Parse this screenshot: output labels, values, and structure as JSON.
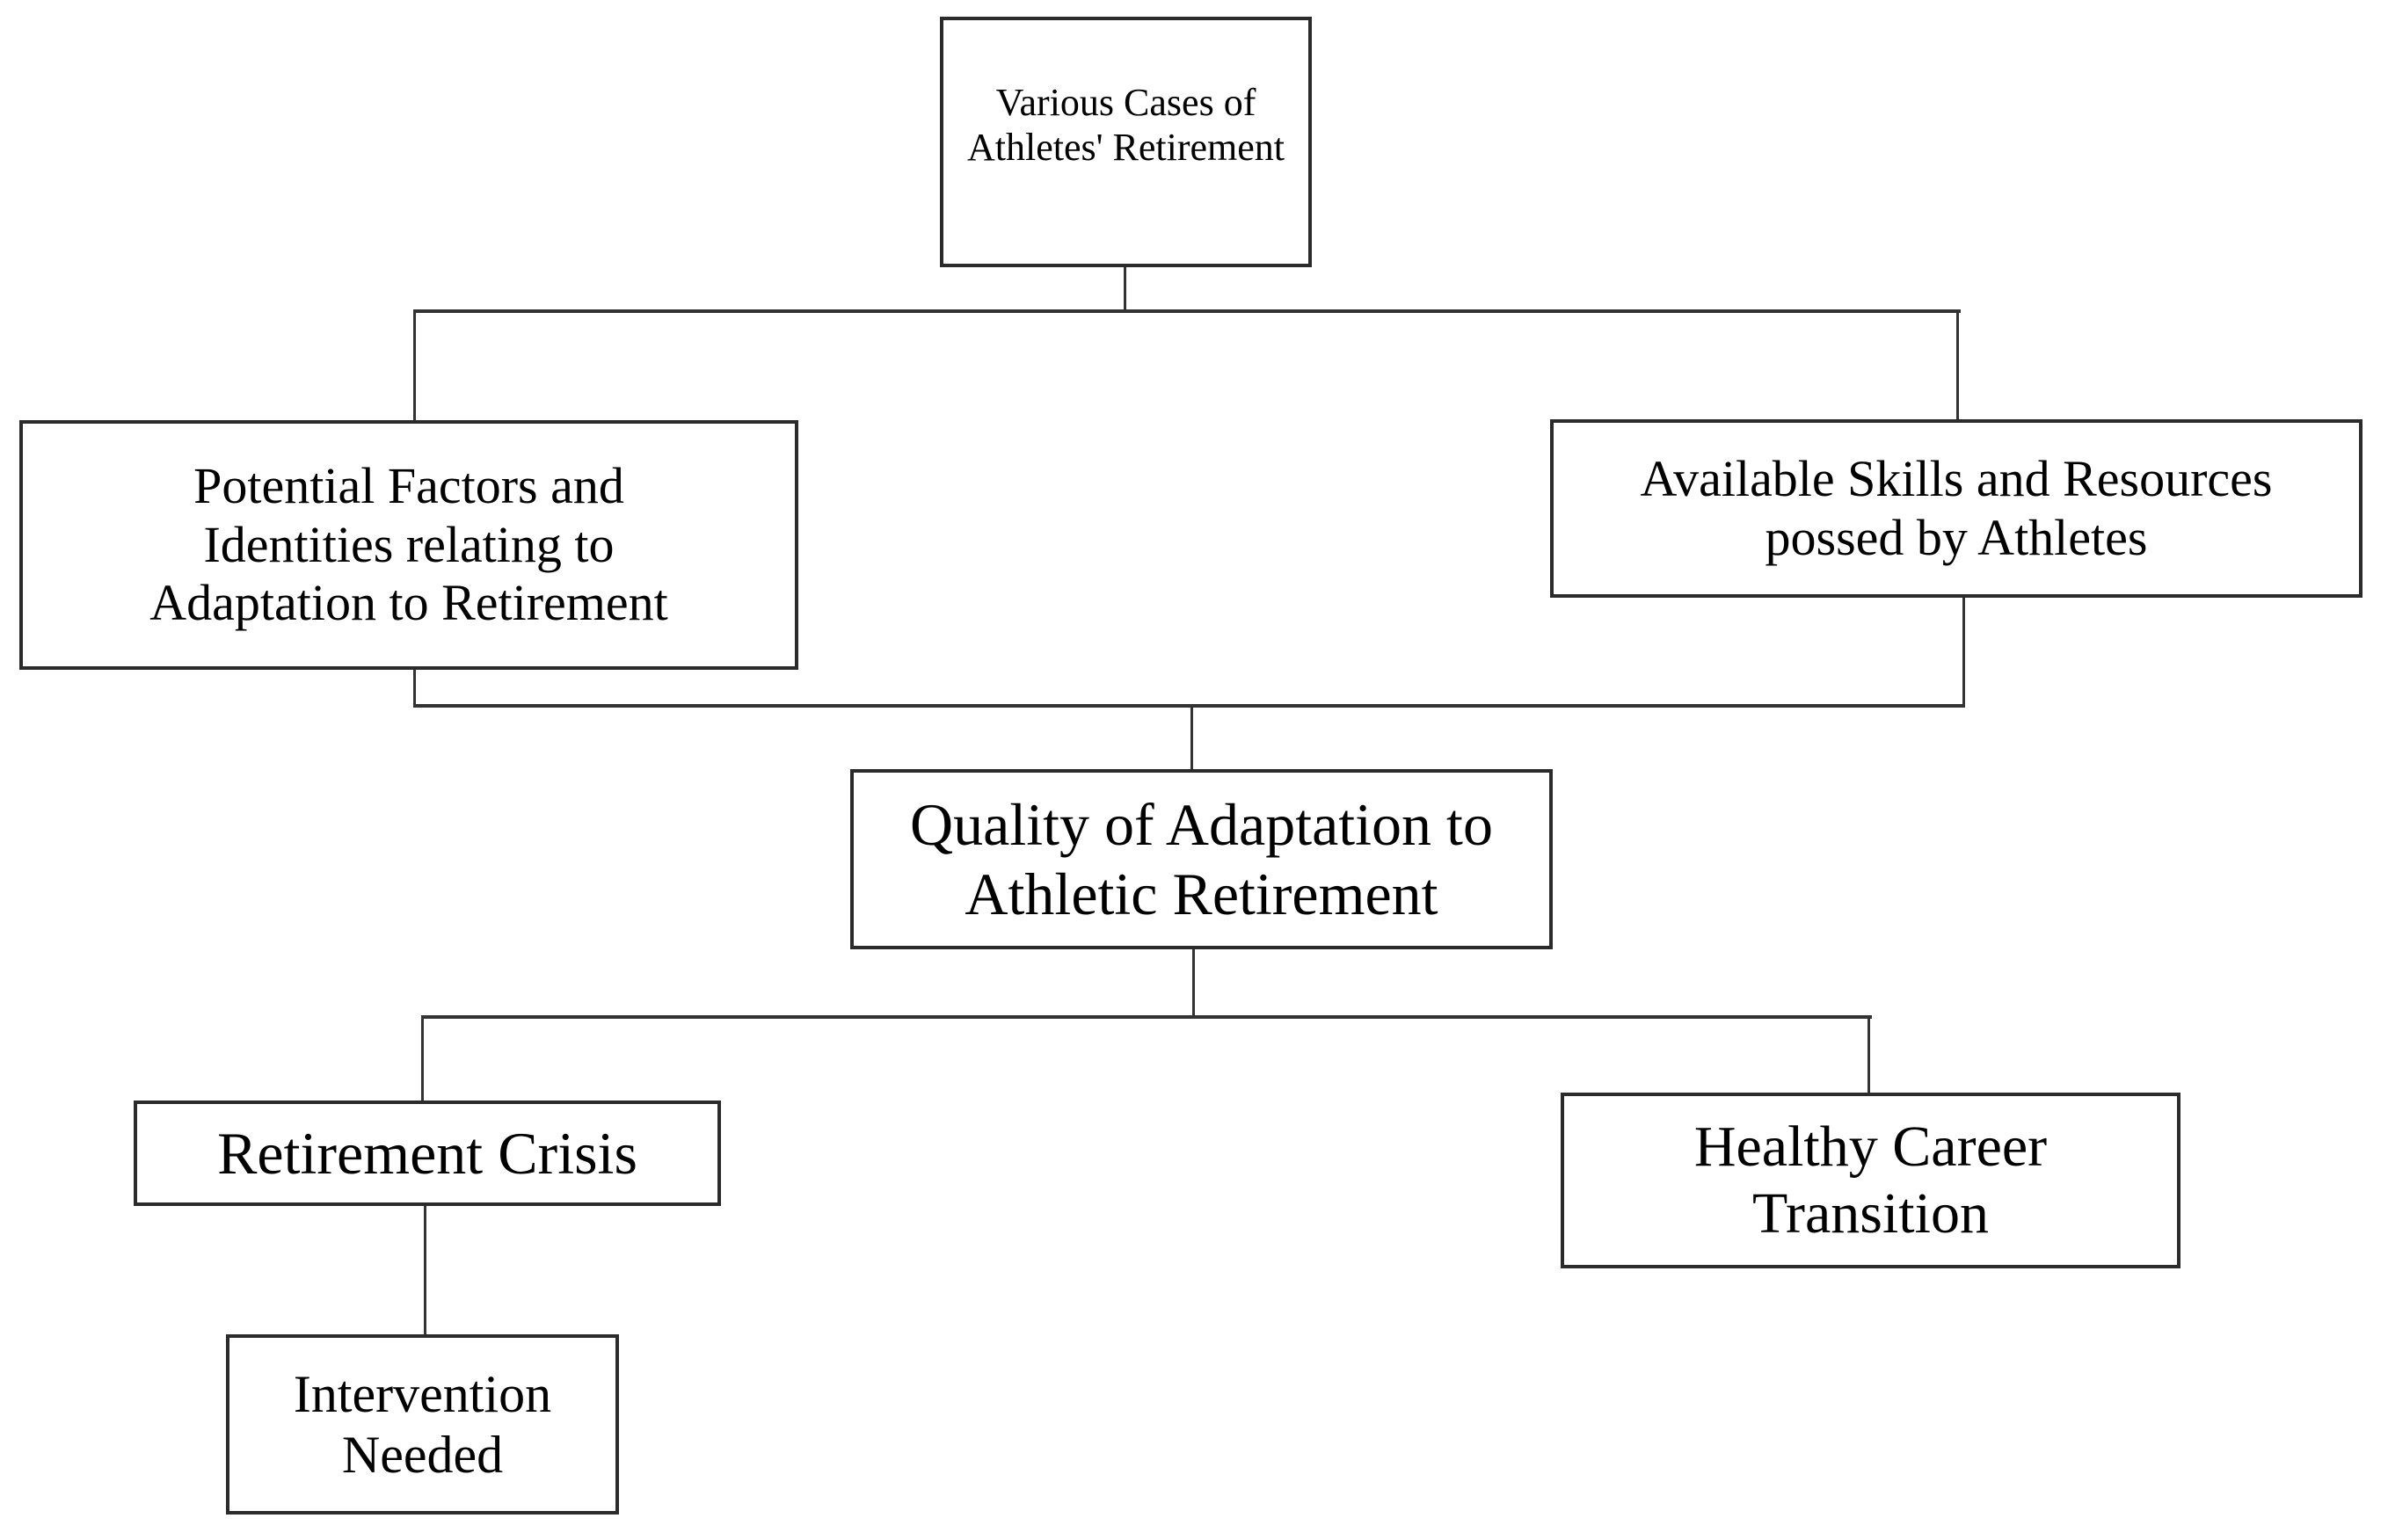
{
  "colors": {
    "background": "#ffffff",
    "border": "#2b2b2b",
    "line": "#333333",
    "text": "#000000"
  },
  "nodes": {
    "various_cases": {
      "label": "Various Cases of\nAthletes' Retirement"
    },
    "potential_factors": {
      "label": "Potential Factors and\nIdentities relating to\nAdaptation to Retirement"
    },
    "available_skills": {
      "label": "Available Skills and Resources\npossed by Athletes"
    },
    "quality_adaptation": {
      "label": "Quality of Adaptation to\nAthletic Retirement"
    },
    "retirement_crisis": {
      "label": "Retirement Crisis"
    },
    "healthy_transition": {
      "label": "Healthy Career\nTransition"
    },
    "intervention_needed": {
      "label": "Intervention\nNeeded"
    }
  }
}
